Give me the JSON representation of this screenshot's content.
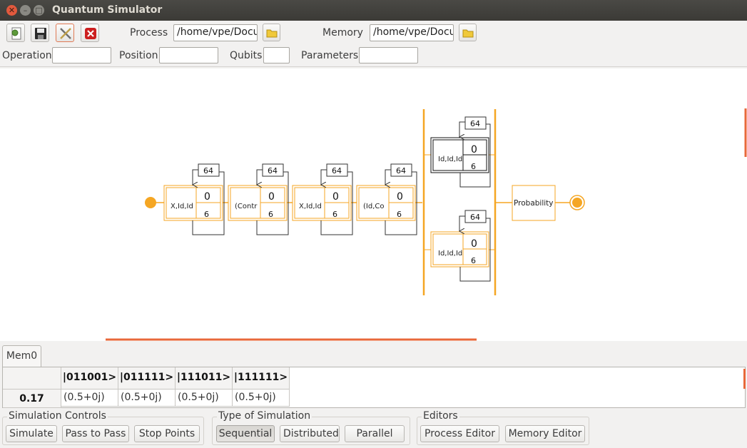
{
  "window": {
    "title": "Quantum Simulator"
  },
  "toolbar": {
    "process_label": "Process",
    "process_path": "/home/vpe/Docu",
    "memory_label": "Memory",
    "memory_path": "/home/vpe/Docu",
    "icons": [
      "new-document-icon",
      "save-icon",
      "tools-icon",
      "stop-icon",
      "folder-icon"
    ]
  },
  "fields": {
    "operation_label": "Operation",
    "position_label": "Position",
    "qubits_label": "Qubits",
    "parameters_label": "Parameters"
  },
  "diagram": {
    "operators": [
      {
        "label": "X,Id,Id",
        "top": "0",
        "bottom": "6",
        "loop": "64"
      },
      {
        "label": "(Contr",
        "top": "0",
        "bottom": "6",
        "loop": "64"
      },
      {
        "label": "X,Id,Id",
        "top": "0",
        "bottom": "6",
        "loop": "64"
      },
      {
        "label": "(Id,Co",
        "top": "0",
        "bottom": "6",
        "loop": "64"
      }
    ],
    "parallel": [
      {
        "label": "Id,Id,Id",
        "top": "0",
        "bottom": "6",
        "loop": "64"
      },
      {
        "label": "Id,Id,Id",
        "top": "0",
        "bottom": "6",
        "loop": "64"
      }
    ],
    "probability_label": "Probability",
    "accent_color": "#f5a623",
    "selection_color": "#e8683a"
  },
  "memory": {
    "tab_label": "Mem0",
    "row_label": "0.17",
    "columns": [
      "|011001>",
      "|011111>",
      "|111011>",
      "|111111>"
    ],
    "values": [
      "(0.5+0j)",
      "(0.5+0j)",
      "(0.5+0j)",
      "(0.5+0j)"
    ]
  },
  "groups": {
    "simulation_controls": {
      "title": "Simulation Controls",
      "buttons": [
        "Simulate",
        "Pass to Pass",
        "Stop Points"
      ]
    },
    "type_of_simulation": {
      "title": "Type of Simulation",
      "buttons": [
        "Sequential",
        "Distributed",
        "Parallel"
      ]
    },
    "editors": {
      "title": "Editors",
      "buttons": [
        "Process Editor",
        "Memory Editor"
      ]
    }
  }
}
